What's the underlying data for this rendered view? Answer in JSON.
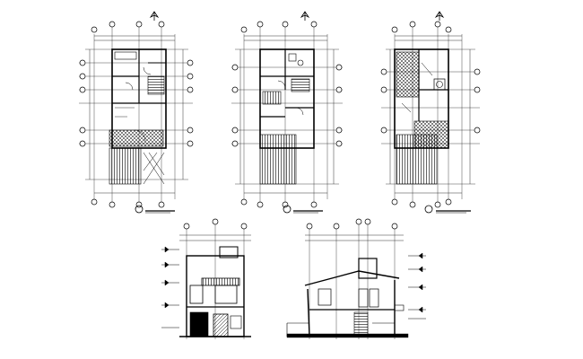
{
  "drawing": {
    "line_color": "#000000",
    "background": "#ffffff",
    "views": [
      {
        "id": "plan-ground-floor",
        "kind": "floor-plan"
      },
      {
        "id": "plan-upper-floor",
        "kind": "floor-plan"
      },
      {
        "id": "plan-roof",
        "kind": "floor-plan"
      },
      {
        "id": "front-elevation",
        "kind": "elevation"
      },
      {
        "id": "section",
        "kind": "section"
      }
    ]
  }
}
